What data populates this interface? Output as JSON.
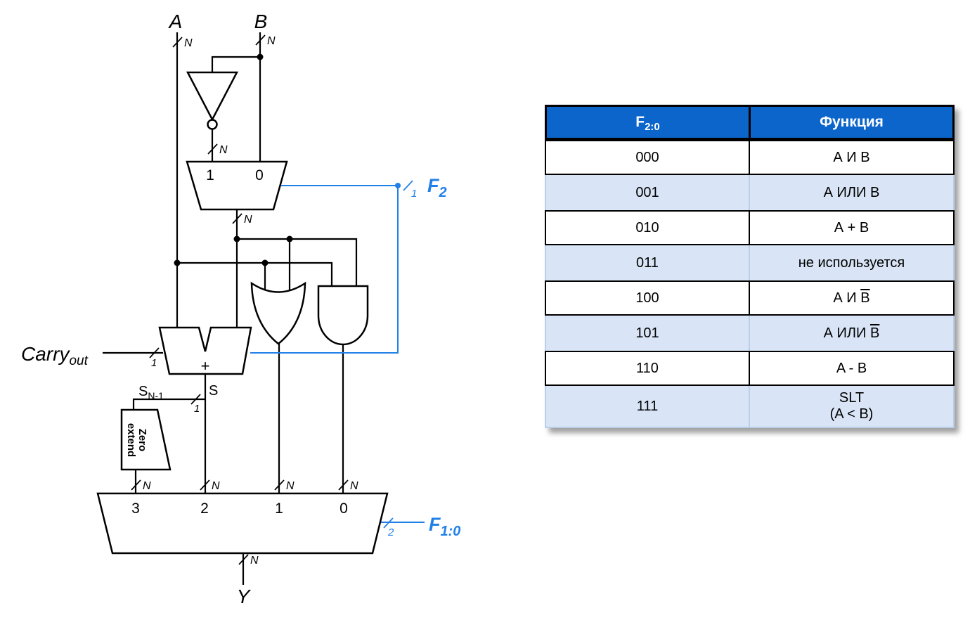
{
  "diagram": {
    "input_a": "A",
    "input_b": "B",
    "bus_n": "N",
    "width_1": "1",
    "width_2": "2",
    "bnot_mux": {
      "port1": "1",
      "port0": "0"
    },
    "f2": {
      "name": "F",
      "sub": "2"
    },
    "f10": {
      "name": "F",
      "sub": "1:0"
    },
    "adder": {
      "plus": "+",
      "carry": "Carry",
      "carry_sub": "out",
      "s": "S",
      "s_msb": "S",
      "s_msb_sub": "N-1"
    },
    "zero_extend": {
      "line1": "Zero",
      "line2": "extend"
    },
    "result_mux": {
      "port3": "3",
      "port2": "2",
      "port1": "1",
      "port0": "0"
    },
    "output_y": "Y",
    "colors": {
      "wire": "#000000",
      "control_blue": "#2180e8"
    }
  },
  "table": {
    "header": {
      "f_main": "F",
      "f_sub": "2:0",
      "func": "Функция"
    },
    "colors": {
      "header_bg": "#0b65cb",
      "alt_row_bg": "#d9e5f6",
      "alt_row_border": "#b9cfe8"
    },
    "rows": [
      {
        "code": "000",
        "func": [
          {
            "text": "А И В"
          }
        ]
      },
      {
        "code": "001",
        "func": [
          {
            "text": "А ИЛИ В"
          }
        ]
      },
      {
        "code": "010",
        "func": [
          {
            "text": "А + В"
          }
        ]
      },
      {
        "code": "011",
        "func": [
          {
            "text": "не используется"
          }
        ]
      },
      {
        "code": "100",
        "func": [
          {
            "text": "А И "
          },
          {
            "text": "В",
            "bar": true
          }
        ]
      },
      {
        "code": "101",
        "func": [
          {
            "text": "А ИЛИ "
          },
          {
            "text": "В",
            "bar": true
          }
        ]
      },
      {
        "code": "110",
        "func": [
          {
            "text": "A - B"
          }
        ]
      },
      {
        "code": "111",
        "func": [
          {
            "text": "SLT"
          },
          {
            "text": "(A < B)",
            "line2": true
          }
        ]
      }
    ]
  }
}
